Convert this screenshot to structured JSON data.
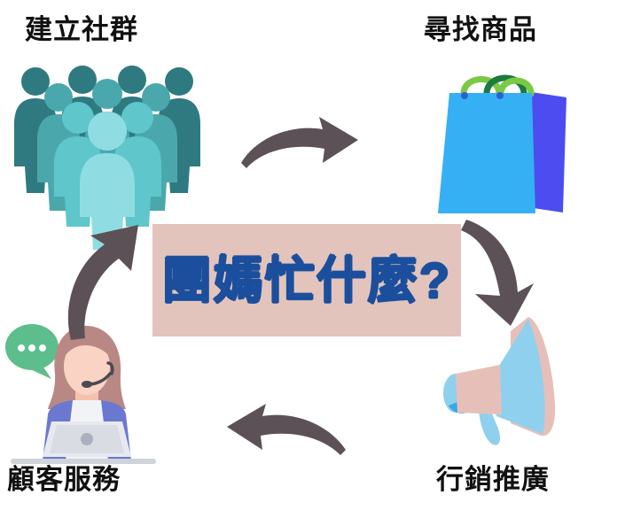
{
  "graphic": {
    "title": "團媽忙什麼?",
    "title_text_color": "#1b4f9e",
    "title_box_color": "#e3c4bc",
    "background_color": "#ffffff",
    "arrow_color": "#5d5158",
    "flow_direction": "clockwise"
  },
  "nodes": [
    {
      "id": "build-community",
      "label": "建立社群",
      "icon": "people-group-icon",
      "position": "top-left",
      "colors": {
        "back_row": "#2f7a80",
        "mid_row": "#4aa8ad",
        "front_row": "#5fc6cb",
        "center_front": "#8fdde2"
      }
    },
    {
      "id": "find-products",
      "label": "尋找商品",
      "icon": "shopping-bag-icon",
      "position": "top-right",
      "colors": {
        "bag_front": "#35b0f5",
        "bag_side": "#4d4cf0",
        "handle_light": "#7ac943",
        "handle_dark": "#1b7a3e"
      }
    },
    {
      "id": "marketing-promotion",
      "label": "行銷推廣",
      "icon": "megaphone-icon",
      "position": "bottom-right",
      "colors": {
        "cone": "#8fd0ee",
        "rim": "#e6c0b8",
        "edge": "#36a9e8"
      }
    },
    {
      "id": "customer-service",
      "label": "顧客服務",
      "icon": "support-agent-icon",
      "position": "bottom-left",
      "colors": {
        "hair": "#b98884",
        "skin": "#fbd3c4",
        "shirt": "#6b78cf",
        "apron": "#f2f3f7",
        "laptop": "#d9dce3",
        "chat_bubble": "#5cbe8c"
      }
    }
  ],
  "arrows": [
    {
      "id": "arrow-top",
      "from": "build-community",
      "to": "find-products",
      "direction": "right"
    },
    {
      "id": "arrow-right",
      "from": "find-products",
      "to": "marketing-promotion",
      "direction": "down"
    },
    {
      "id": "arrow-bottom",
      "from": "marketing-promotion",
      "to": "customer-service",
      "direction": "left"
    },
    {
      "id": "arrow-left",
      "from": "customer-service",
      "to": "build-community",
      "direction": "up"
    }
  ]
}
